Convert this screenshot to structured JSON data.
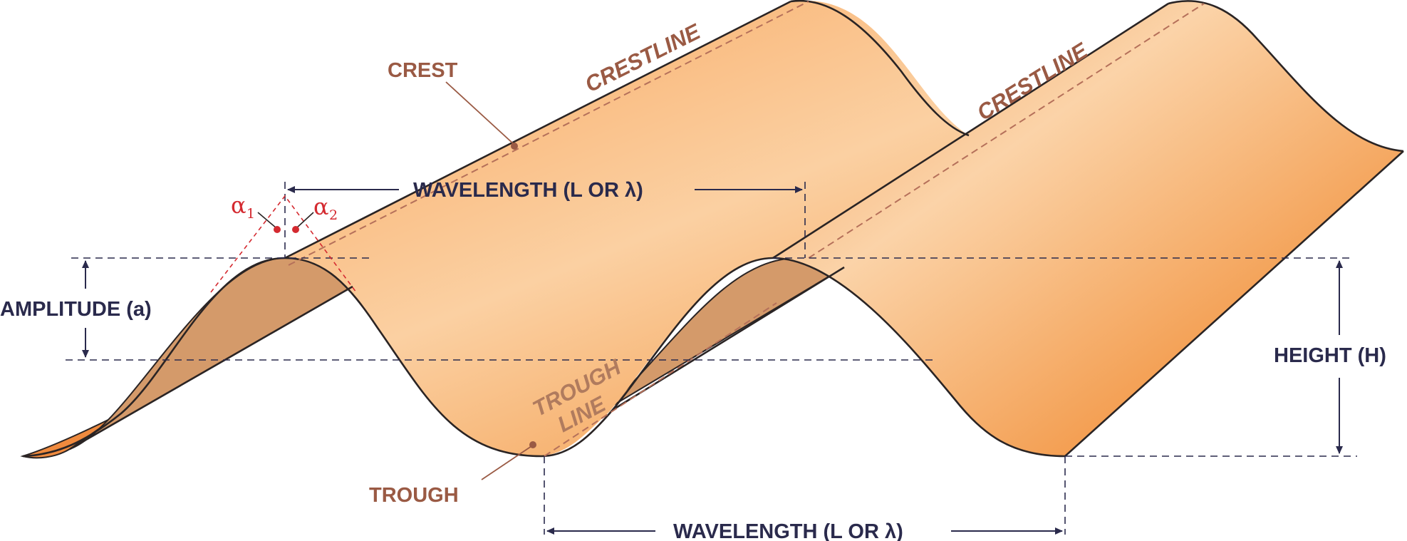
{
  "labels": {
    "crest": "CREST",
    "crestline_1": "CRESTLINE",
    "crestline_2": "CRESTLINE",
    "trough": "TROUGH",
    "trough_line_1": "TROUGH",
    "trough_line_2": "LINE",
    "wavelength_top": "WAVELENGTH (L OR λ)",
    "wavelength_bottom": "WAVELENGTH (L OR λ)",
    "amplitude": "AMPLITUDE (a)",
    "height": "HEIGHT (H)",
    "alpha_1": "α",
    "alpha_1_sub": "1",
    "alpha_2": "α",
    "alpha_2_sub": "2"
  },
  "colors": {
    "wave_light": "#fbd0a2",
    "wave_mid": "#f4a05a",
    "wave_dark": "#ef7f1c",
    "wave_back": "#d49a6a",
    "outline": "#2a2424",
    "annotation_dark": "#2a2a4c",
    "annotation_brown": "#9a5a44",
    "angle_red": "#d42a30"
  }
}
